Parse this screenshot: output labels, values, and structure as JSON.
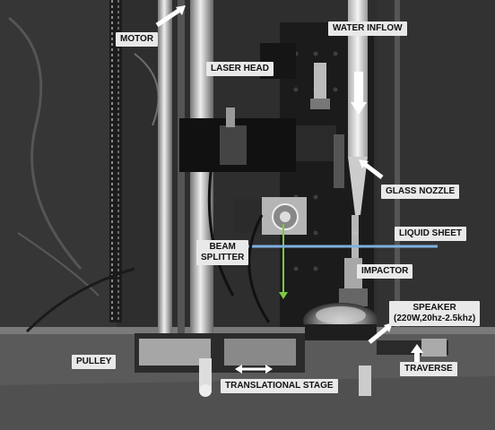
{
  "photo": {
    "labels": {
      "motor": "MOTOR",
      "water_inflow": "WATER INFLOW",
      "laser_head": "LASER HEAD",
      "glass_nozzle": "GLASS NOZZLE",
      "liquid_sheet": "LIQUID SHEET",
      "beam_splitter_line1": "BEAM",
      "beam_splitter_line2": "SPLITTER",
      "impactor": "IMPACTOR",
      "speaker_line1": "SPEAKER",
      "speaker_line2": "(220W,20hz-2.5khz)",
      "pulley": "PULLEY",
      "translational_stage": "TRANSLATIONAL STAGE",
      "traverse": "TRAVERSE"
    },
    "colors": {
      "label_bg": "#e9e9e9",
      "arrow": "#ffffff",
      "liquid_sheet": "#7fb0e0",
      "laser_beam": "#7ac943"
    }
  }
}
